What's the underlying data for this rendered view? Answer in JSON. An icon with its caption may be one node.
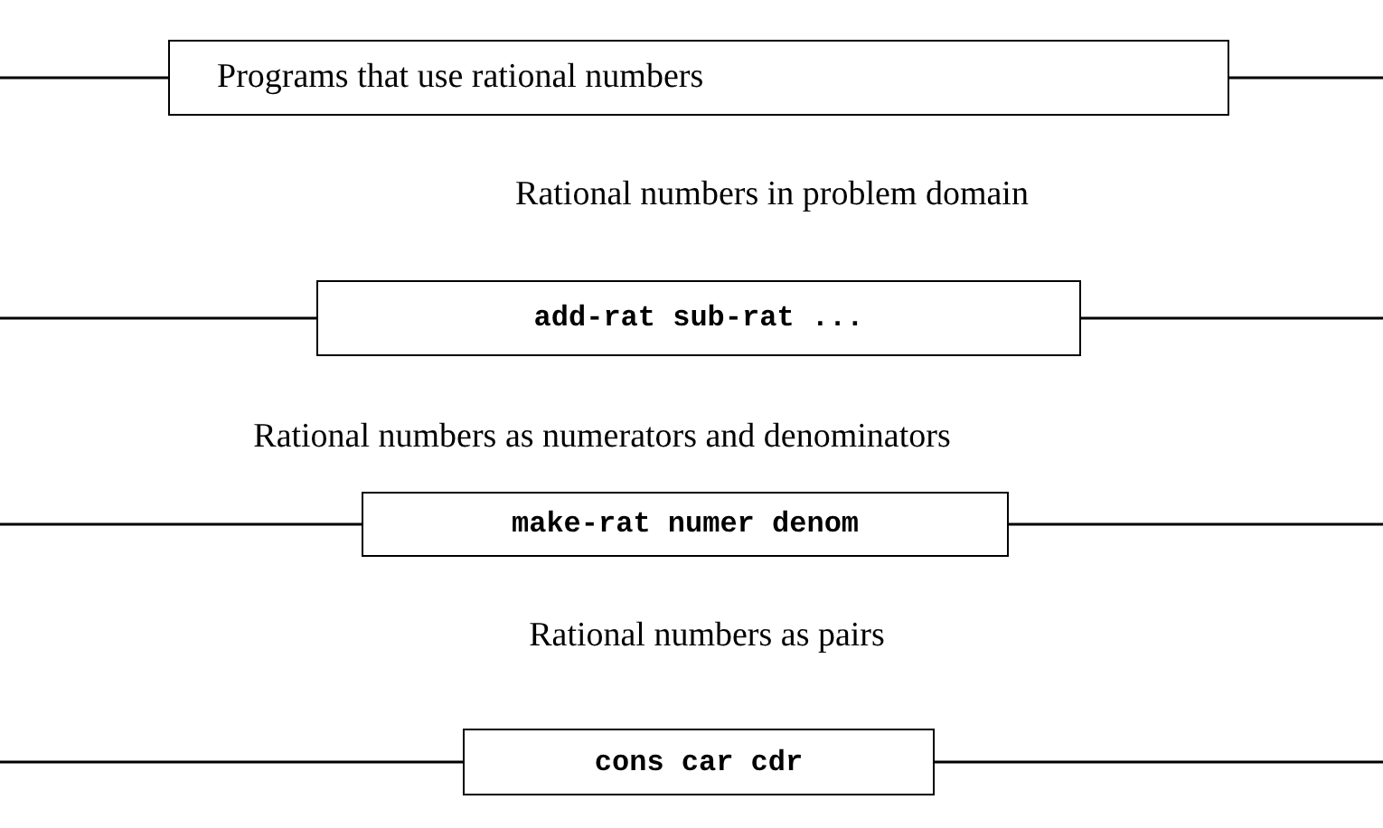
{
  "diagram": {
    "nodes": [
      {
        "text": [
          "Programs that use rational numbers"
        ]
      },
      {
        "text": [
          "add-rat sub-rat ..."
        ]
      },
      {
        "text": [
          "make-rat numer denom"
        ]
      },
      {
        "text": [
          "cons car cdr"
        ]
      }
    ],
    "labels": [
      "Rational numbers in problem domain",
      "Rational numbers as numerators and denominators",
      "Rational numbers as pairs"
    ]
  }
}
